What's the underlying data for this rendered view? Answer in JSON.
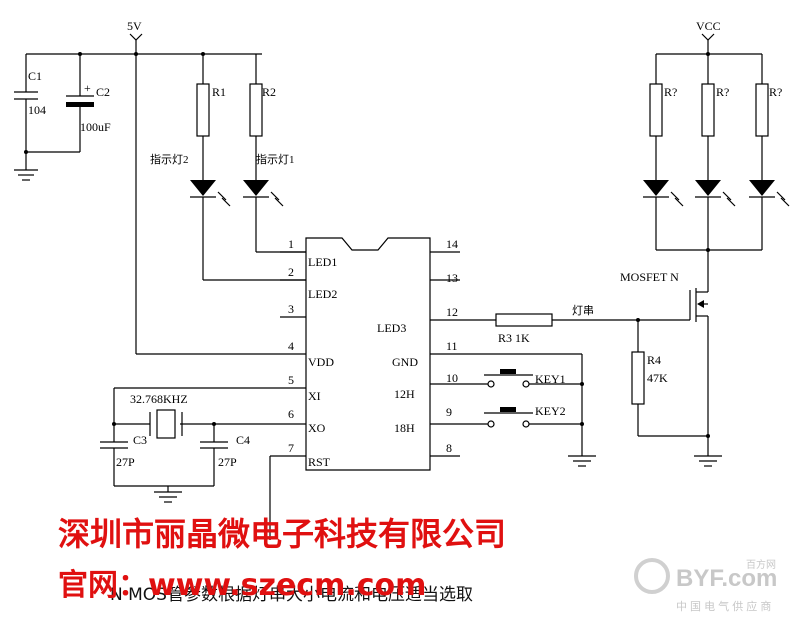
{
  "labels": {
    "v5": "5V",
    "vcc": "VCC",
    "c1": "C1",
    "c1_val": "104",
    "c2": "C2",
    "c2_val": "100uF",
    "c2_plus": "+",
    "r1": "R1",
    "r2": "R2",
    "rq1": "R?",
    "rq2": "R?",
    "rq3": "R?",
    "led2": "指示灯2",
    "led1": "指示灯1",
    "pin1": "1",
    "pin2": "2",
    "pin3": "3",
    "pin4": "4",
    "pin5": "5",
    "pin6": "6",
    "pin7": "7",
    "pin8": "8",
    "pin9": "9",
    "pin10": "10",
    "pin11": "11",
    "pin12": "12",
    "pin13": "13",
    "pin14": "14",
    "ic_led1": "LED1",
    "ic_led2": "LED2",
    "ic_vdd": "VDD",
    "ic_xi": "XI",
    "ic_xo": "XO",
    "ic_rst": "RST",
    "ic_led3": "LED3",
    "ic_gnd": "GND",
    "ic_12h": "12H",
    "ic_18h": "18H",
    "crystal": "32.768KHZ",
    "c3": "C3",
    "c3_val": "27P",
    "c4": "C4",
    "c4_val": "27P",
    "r3": "R3 1K",
    "string": "灯串",
    "key1": "KEY1",
    "key2": "KEY2",
    "mosfet": "MOSFET N",
    "r4": "R4",
    "r4_val": "47K"
  },
  "banner": {
    "company": "深圳市丽晶微电子科技有限公司",
    "site": "官网：www.szecm.com"
  },
  "caption": "N MOS管参数根据灯串大小电流和电压适当选取",
  "watermark": {
    "brand": "BYF.com",
    "brand_sub": "百方网",
    "tagline": "中 国 电 气 供 应 商"
  },
  "colors": {
    "banner": "#e01010",
    "line": "#000000",
    "watermark": "#c8c8c8"
  }
}
